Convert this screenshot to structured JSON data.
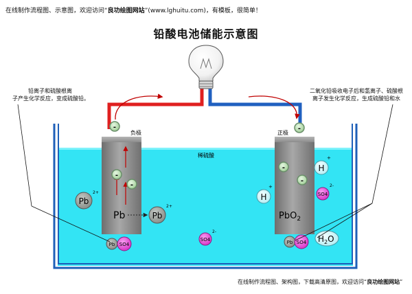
{
  "header": {
    "prefix": "在线制作流程图、示意图，欢迎访问“",
    "site": "良功绘图网站",
    "suffix": "”(www.lghuitu.com)，有模板，很简单！"
  },
  "title": "铅酸电池储能示意图",
  "labels": {
    "negative_electrode": "负极",
    "positive_electrode": "正极",
    "electrolyte": "稀硫酸",
    "pb_electrode": "Pb",
    "pbo2_electrode": "PbO",
    "pbo2_subscript": "2",
    "pb_ion": "Pb",
    "pb_ion_charge": "2+",
    "sulfate": "SO4",
    "sulfate_charge": "2-",
    "electron": "-",
    "hydrogen": "H",
    "hydrogen_charge": "+",
    "water_h": "H",
    "water_sub": "2",
    "water_o": "O",
    "pbso4_pb": "Pb",
    "pbso4_so4": "SO4"
  },
  "notes": {
    "left_line1": "铅离子和硫酸根离",
    "left_line2": "子产生化学反应，变成硫酸铅。",
    "right_line1": "二氧化铅吸收电子后和氢离子、硫酸根",
    "right_line2": "离子发生化学反应，生成硫酸铅和水"
  },
  "footer": {
    "prefix": "在线制作流程图、架构图，下载高清原图，欢迎访问“",
    "site": "良功绘图网站",
    "suffix": "”"
  },
  "colors": {
    "electrolyte": "#33e4f4",
    "electrolyte_shadow": "#1cc5d8",
    "tank": "#1e5fb8",
    "electrode": "#8a8a8a",
    "wire_negative": "#e02020",
    "wire_positive": "#2060c0",
    "electron_fill": "#b8e0b0",
    "electron_ring": "#6a8f6a",
    "pb_ion_fill": "#9aa09a",
    "sulfate_fill": "#e848d8",
    "hydrogen_fill": "#c8f4f8",
    "arrow": "#c00000"
  }
}
